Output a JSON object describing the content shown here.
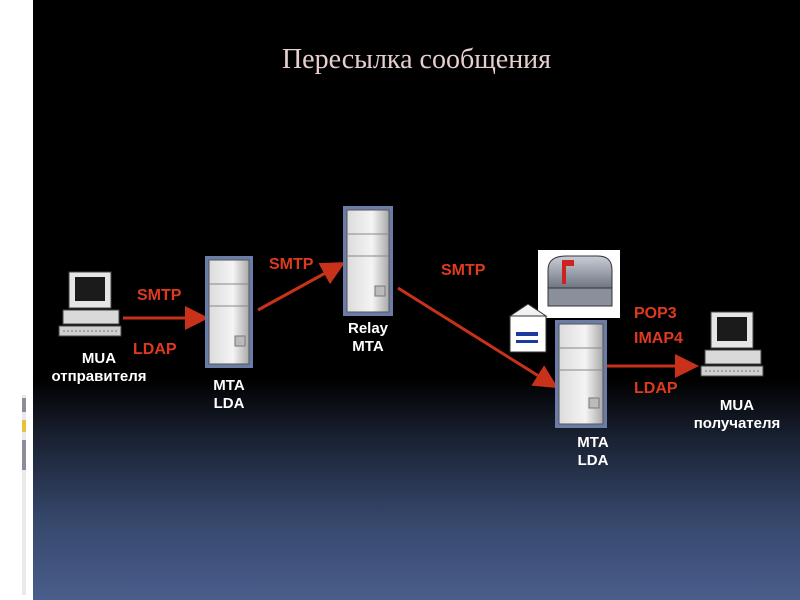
{
  "slide": {
    "title": "Пересылка сообщения"
  },
  "nodes": {
    "mua_sender": {
      "line1": "MUA",
      "line2": "отправителя"
    },
    "mta_lda_left": {
      "line1": "MTA",
      "line2": "LDA"
    },
    "relay_mta": {
      "line1": "Relay",
      "line2": "MTA"
    },
    "mta_lda_right": {
      "line1": "MTA",
      "line2": "LDA"
    },
    "mua_receiver": {
      "line1": "MUA",
      "line2": "получателя"
    }
  },
  "protocols": {
    "smtp_1": "SMTP",
    "ldap_1": "LDAP",
    "smtp_2": "SMTP",
    "smtp_3": "SMTP",
    "pop3": "POP3",
    "imap4": "IMAP4",
    "ldap_2": "LDAP"
  },
  "colors": {
    "arrow": "#c8321a",
    "protocol_text": "#e03a1e",
    "title": "#e6cfcf"
  },
  "icons": [
    "computer-icon",
    "server-icon",
    "mailbox-icon",
    "envelope-icon"
  ]
}
